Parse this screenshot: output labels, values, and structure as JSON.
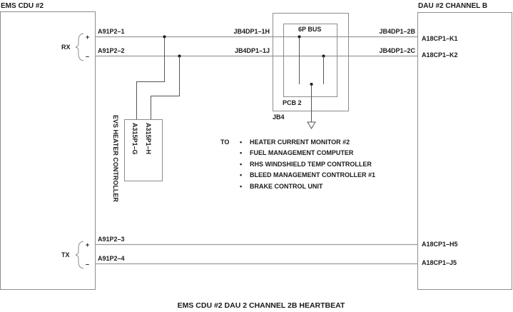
{
  "diagram": {
    "title": "EMS CDU #2 DAU 2 CHANNEL 2B HEARTBEAT",
    "left_unit": {
      "name": "EMS CDU #2",
      "rx_group": {
        "label": "RX",
        "plus": "+",
        "minus": "–"
      },
      "tx_group": {
        "label": "TX",
        "plus": "+",
        "minus": "–"
      }
    },
    "right_unit": {
      "name": "DAU #2 CHANNEL B",
      "pins": [
        "A18CP1–K1",
        "A18CP1–K2",
        "A18CP1–H5",
        "A18CP1–J5"
      ]
    },
    "wires": {
      "left_pins": [
        "A91P2–1",
        "A91P2–2",
        "A91P2–3",
        "A91P2–4"
      ],
      "jb4_in": [
        "JB4DP1–1H",
        "JB4DP1–1J"
      ],
      "jb4_out": [
        "JB4DP1–2B",
        "JB4DP1–2C"
      ]
    },
    "junction_box": {
      "name": "JB4",
      "board": "PCB 2",
      "bus": "6P BUS"
    },
    "evs_controller": {
      "name": "EVS HEATER CONTROLLER",
      "pins": [
        "A315P1–H",
        "A315P1–G"
      ]
    },
    "destinations": {
      "prefix": "TO",
      "bullet": "•",
      "items": [
        "HEATER CURRENT MONITOR #2",
        "FUEL MANAGEMENT COMPUTER",
        "RHS WINDSHIELD TEMP CONTROLLER",
        "BLEED MANAGEMENT CONTROLLER #1",
        "BRAKE CONTROL UNIT"
      ]
    }
  }
}
